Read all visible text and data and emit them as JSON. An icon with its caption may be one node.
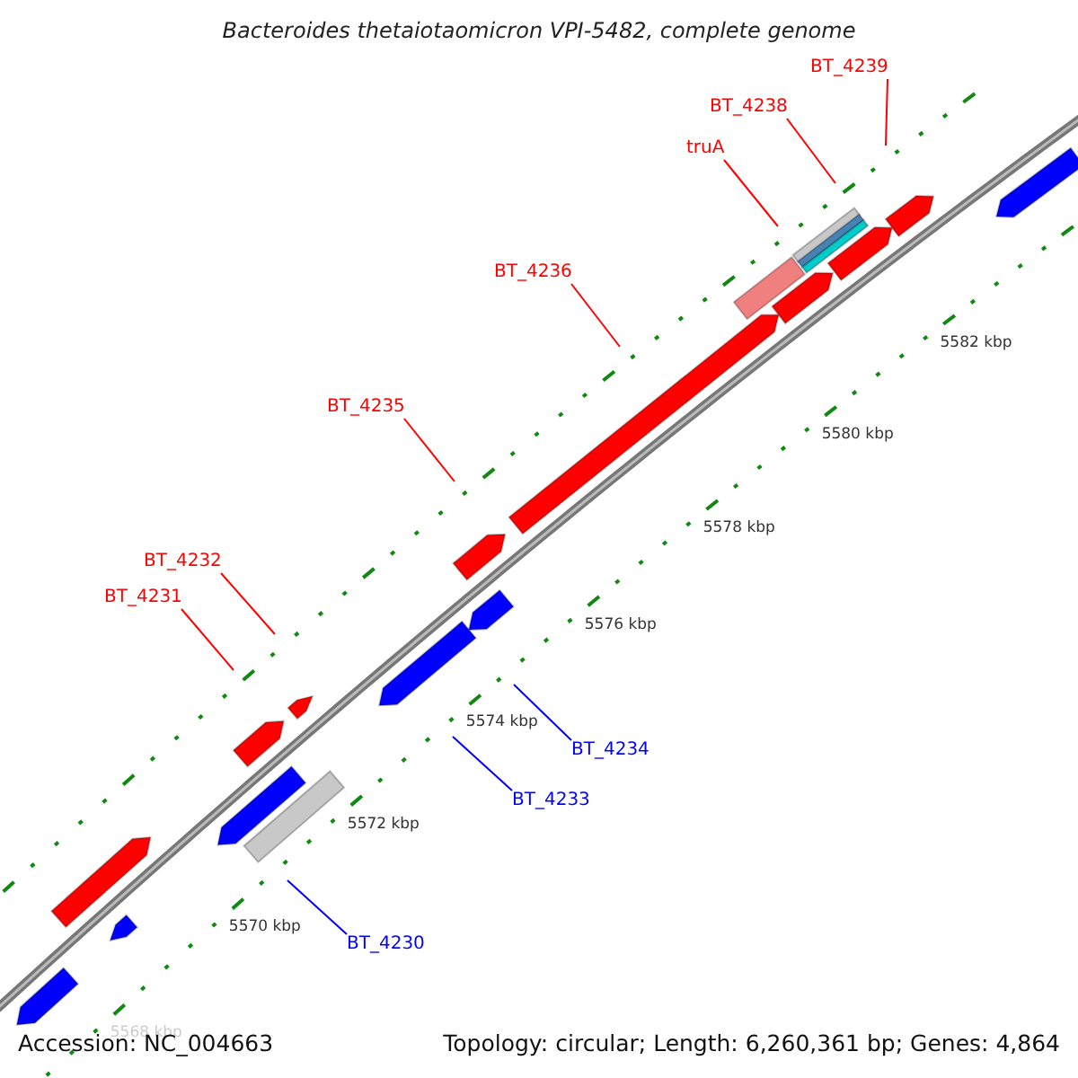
{
  "diagram": {
    "title": "Bacteroides thetaiotaomicron VPI-5482, complete genome",
    "nodes": [
      {
        "text": [
          "BT_4239"
        ]
      },
      {
        "text": [
          "BT_4238"
        ]
      },
      {
        "text": [
          "truA"
        ]
      },
      {
        "text": [
          "BT_4236"
        ]
      },
      {
        "text": [
          "BT_4235"
        ]
      },
      {
        "text": [
          "BT_4232"
        ]
      },
      {
        "text": [
          "BT_4231"
        ]
      },
      {
        "text": [
          "BT_4234"
        ]
      },
      {
        "text": [
          "BT_4233"
        ]
      },
      {
        "text": [
          "BT_4230"
        ]
      }
    ],
    "edges": [
      {
        "from": 0,
        "to": null,
        "arrow": "none"
      },
      {
        "from": 1,
        "to": null,
        "arrow": "none"
      },
      {
        "from": 2,
        "to": null,
        "arrow": "none"
      },
      {
        "from": 3,
        "to": null,
        "arrow": "none"
      },
      {
        "from": 4,
        "to": null,
        "arrow": "none"
      },
      {
        "from": 5,
        "to": null,
        "arrow": "none"
      },
      {
        "from": 6,
        "to": null,
        "arrow": "none"
      },
      {
        "from": 7,
        "to": null,
        "arrow": "none",
        "color": "#0000ff"
      },
      {
        "from": 8,
        "to": null,
        "arrow": "none",
        "color": "#0000ff"
      },
      {
        "from": 9,
        "to": null,
        "arrow": "none",
        "color": "#0000ff"
      }
    ],
    "labels": [
      "5582 kbp",
      "5580 kbp",
      "5578 kbp",
      "5576 kbp",
      "5574 kbp",
      "5572 kbp",
      "5570 kbp",
      "5568 kbp",
      "Accession: NC_004663",
      "Topology: circular; Length: 6,260,361 bp; Genes: 4,864"
    ]
  }
}
